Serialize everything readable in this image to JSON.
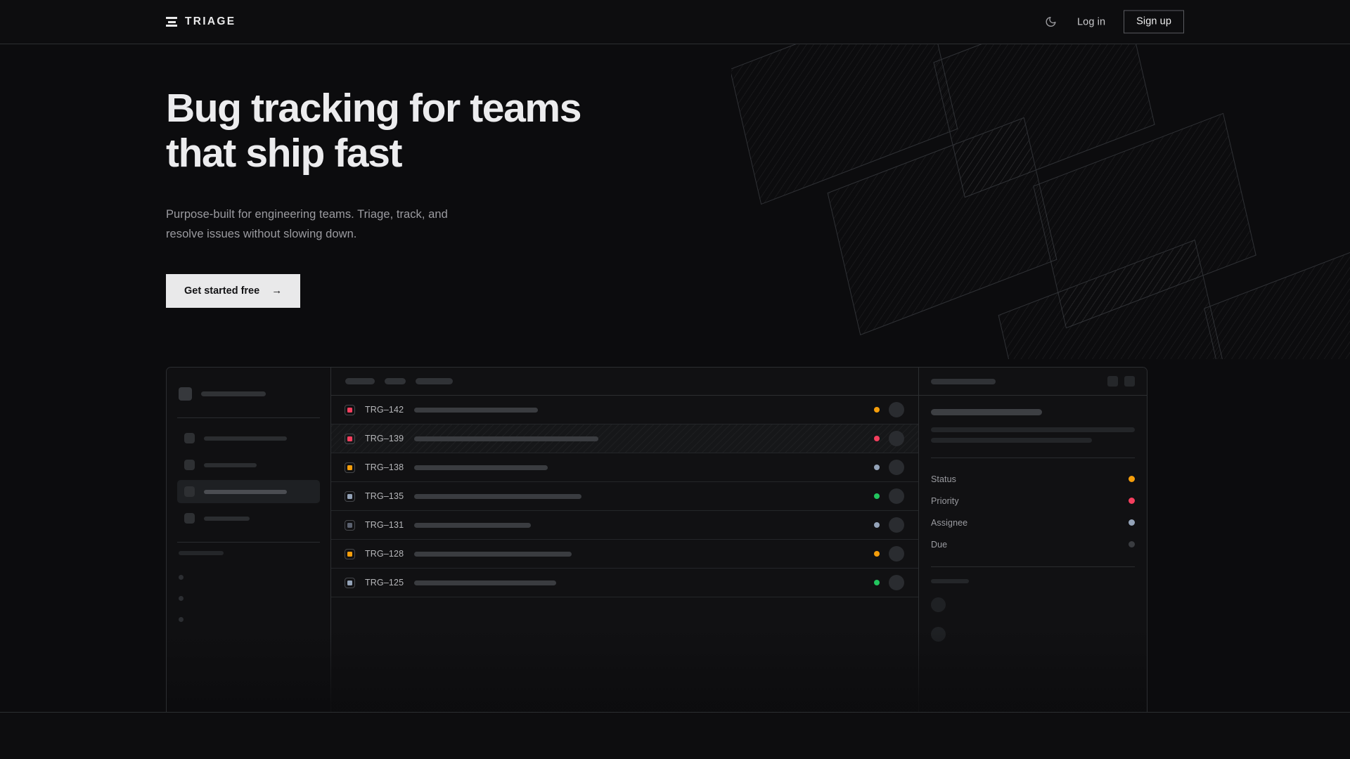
{
  "header": {
    "brand": {
      "name": "TRIAGE",
      "icon": "triage-bars-logo-icon"
    },
    "theme_toggle_icon": "moon-icon",
    "login_label": "Log in",
    "signup_label": "Sign up"
  },
  "hero": {
    "title": "Bug tracking for teams\nthat ship fast",
    "subtitle": "Purpose-built for engineering teams. Triage, track, and\nresolve issues without slowing down.",
    "cta_label": "Get started free",
    "cta_arrow": "→"
  },
  "app_mockup": {
    "sidebar": {
      "nav_items": [
        {
          "label_width": 118
        },
        {
          "label_width": 75
        },
        {
          "label_width": 118,
          "active": true
        },
        {
          "label_width": 65
        }
      ],
      "sub_items": 3
    },
    "main": {
      "toolbar_chips": [
        42,
        30,
        53
      ],
      "issues": [
        {
          "id": "TRG–142",
          "priority_color": "#f43f5e",
          "title_width": 176,
          "status_color": "#f59e0b"
        },
        {
          "id": "TRG–139",
          "priority_color": "#f43f5e",
          "title_width": 262,
          "status_color": "#f43f5e",
          "selected": true
        },
        {
          "id": "TRG–138",
          "priority_color": "#f59e0b",
          "title_width": 190,
          "status_color": "#94a3b8"
        },
        {
          "id": "TRG–135",
          "priority_color": "#94a3b8",
          "title_width": 238,
          "status_color": "#22c55e"
        },
        {
          "id": "TRG–131",
          "priority_color": "#5b6270",
          "title_width": 166,
          "status_color": "#94a3b8"
        },
        {
          "id": "TRG–128",
          "priority_color": "#f59e0b",
          "title_width": 224,
          "status_color": "#f59e0b"
        },
        {
          "id": "TRG–125",
          "priority_color": "#94a3b8",
          "title_width": 202,
          "status_color": "#22c55e"
        }
      ]
    },
    "detail": {
      "fields": [
        {
          "label": "Status",
          "color": "#f59e0b"
        },
        {
          "label": "Priority",
          "color": "#f43f5e"
        },
        {
          "label": "Assignee",
          "color": "#94a3b8"
        },
        {
          "label": "Due",
          "color": "#3a3c40"
        }
      ],
      "activity_avatars": 2
    }
  },
  "palette": {
    "background": "#0c0c0e",
    "surface": "#111113",
    "border": "#2c2e31",
    "text_primary": "#ececee",
    "text_muted": "#9b9ba0",
    "accent_amber": "#f59e0b",
    "accent_rose": "#f43f5e",
    "accent_slate": "#94a3b8",
    "accent_green": "#22c55e"
  }
}
